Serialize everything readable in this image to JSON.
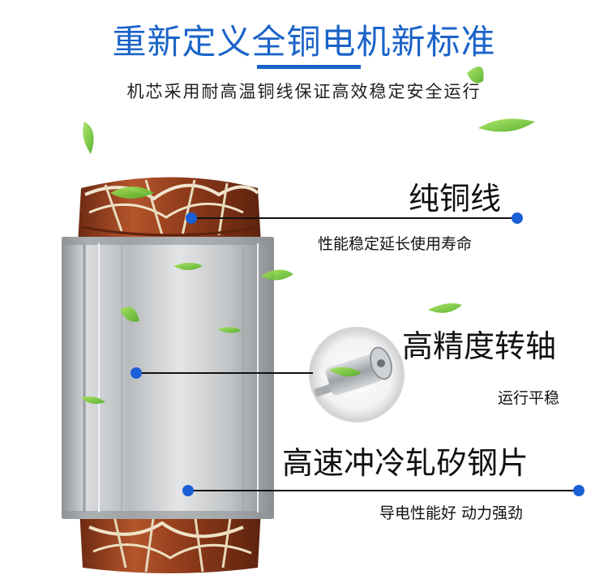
{
  "header": {
    "title": "重新定义全铜电机新标准",
    "subtitle": "机芯采用耐高温铜线保证高效稳定安全运行"
  },
  "features": [
    {
      "title": "纯铜线",
      "desc": "性能稳定延长使用寿命"
    },
    {
      "title": "高精度转轴",
      "desc": "运行平稳"
    },
    {
      "title": "高速冲冷轧矽钢片",
      "desc": "导电性能好 动力强劲"
    }
  ],
  "colors": {
    "accent": "#1a63c9",
    "dot": "#1a5fd6",
    "copper": "#b4552c",
    "steel": "#c9cbce",
    "leaf": "#7fcf3a"
  },
  "icons": [
    "motor-stator-image",
    "rotor-shaft-image",
    "leaf-decoration-icon"
  ]
}
